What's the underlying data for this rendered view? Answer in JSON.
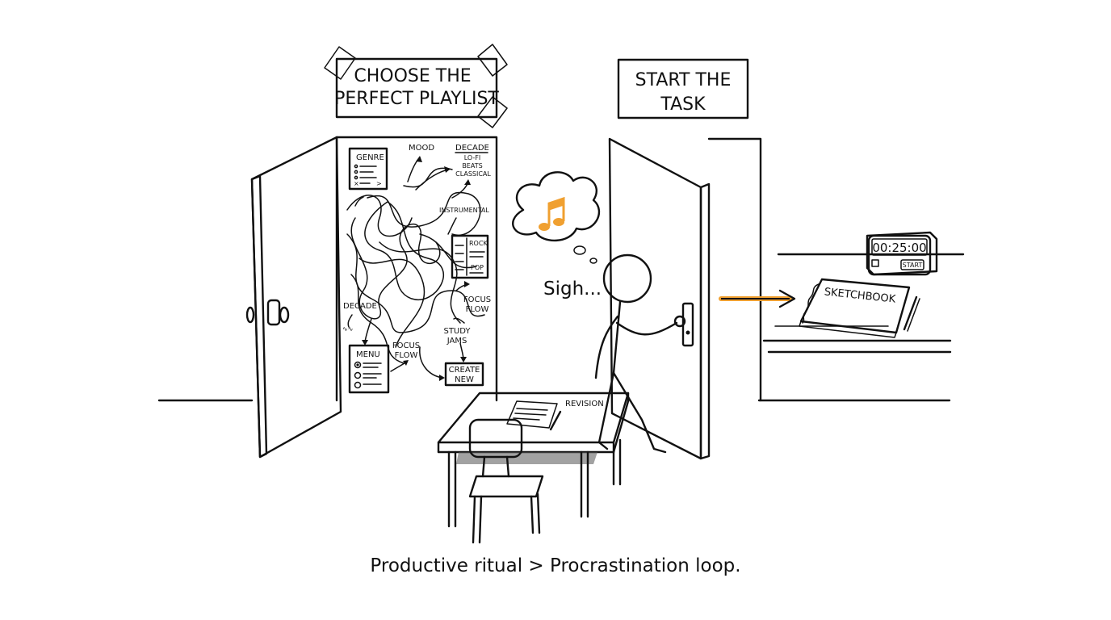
{
  "signs": {
    "left_line1": "CHOOSE THE",
    "left_line2": "PERFECT PLAYLIST",
    "right_line1": "START THE",
    "right_line2": "TASK"
  },
  "maze": {
    "genre": "GENRE",
    "mood": "MOOD",
    "decade_top": "DECADE",
    "lofi": "LO-FI",
    "beats": "BEATS",
    "classical": "CLASSICAL",
    "instrumental": "INSTRUMENTAL",
    "rock": "ROCK",
    "pop": "POP",
    "decade_left": "DECADE",
    "focus_flow_right_1": "FOCUS",
    "focus_flow_right_2": "FLOW",
    "study_jams_1": "STUDY",
    "study_jams_2": "JAMS",
    "menu": "MENU",
    "focus_flow_low_1": "FOCUS",
    "focus_flow_low_2": "FLOW",
    "create_new_1": "CREATE",
    "create_new_2": "NEW"
  },
  "speech": {
    "sigh": "Sigh..."
  },
  "desk": {
    "paper_label": "REVISION"
  },
  "task_room": {
    "timer": "00:25:00",
    "timer_button": "START",
    "sketchbook": "SKETCHBOOK"
  },
  "caption": "Productive ritual > Procrastination loop.",
  "colors": {
    "accent": "#f0a030",
    "ink": "#111111"
  },
  "icons": [
    "music-note-icon",
    "arrow-right-icon",
    "timer-icon",
    "pencil-icon"
  ]
}
